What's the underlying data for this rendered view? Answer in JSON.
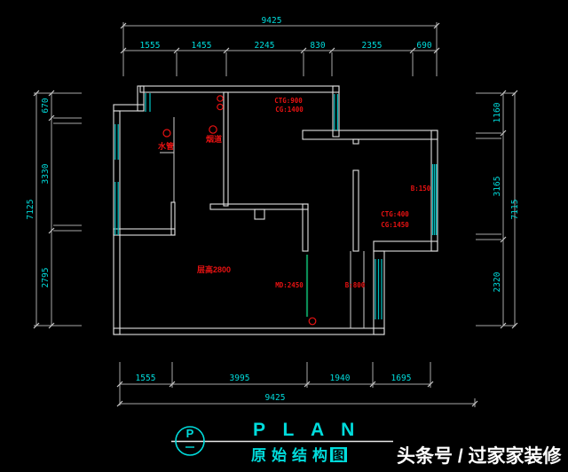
{
  "drawing": {
    "type": "floor-plan",
    "style": "CAD original structure plan",
    "colors": {
      "background": "#000000",
      "wall": "#e0e0e0",
      "window": "#00b8b8",
      "dimension_text": "#00dcdc",
      "annotation": "#e81212",
      "door": "#0b8c57",
      "title": "#00dcdc",
      "watermark": "#ffffff"
    }
  },
  "dimensions": {
    "top": {
      "total": "9425",
      "segments": [
        "1555",
        "1455",
        "2245",
        "830",
        "2355",
        "690"
      ]
    },
    "bottom": {
      "total": "9425",
      "segments": [
        "1555",
        "3995",
        "1940",
        "1695"
      ]
    },
    "left": {
      "total": "7125",
      "segments": [
        "670",
        "3330",
        "2795"
      ]
    },
    "right": {
      "total": "7115",
      "segments": [
        "1160",
        "3165",
        "2320"
      ]
    }
  },
  "annotations": {
    "water_pipe": "水管",
    "flue": "烟道",
    "window_a_line1": "CTG:900",
    "window_a_line2": "CG:1400",
    "beam": "B:150",
    "window_b_line1": "CTG:400",
    "window_b_line2": "CG:1450",
    "ceiling_height": "层高2800",
    "door_opening": "MD:2450",
    "balcony_bay": "B:800"
  },
  "title_block": {
    "marker_letter": "P",
    "plan_title": "P L A N",
    "subtitle_head": "原始结构",
    "subtitle_tail": "图",
    "watermark": "头条号 / 过家家装修"
  }
}
